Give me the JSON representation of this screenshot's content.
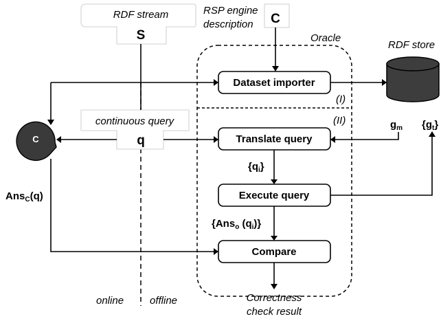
{
  "labels": {
    "rdf_stream": "RDF stream",
    "stream_symbol": "S",
    "rsp_engine_line1": "RSP engine",
    "rsp_engine_line2": "description",
    "engine_symbol": "C",
    "oracle": "Oracle",
    "rdf_store": "RDF store",
    "phase_one": "(I)",
    "phase_two": "(II)",
    "continuous_query": "continuous query",
    "query_symbol": "q",
    "engine_node": "C",
    "answers_label": "Ans",
    "answers_sub": "C",
    "answers_arg": "(q)",
    "g_m": "g",
    "g_m_sub": "m",
    "g_t": "{g",
    "g_t_sub": "t",
    "g_t_close": "}",
    "online": "online",
    "offline": "offline",
    "result_line1": "Correctness",
    "result_line2": "check result"
  },
  "steps": {
    "dataset_importer": "Dataset importer",
    "translate_query": "Translate query",
    "execute_query": "Execute query",
    "compare": "Compare"
  },
  "edge_labels": {
    "qi_open": "{q",
    "qi_sub": "i",
    "qi_close": "}",
    "anso_open": "{Ans",
    "anso_sub": "o",
    "anso_mid": " (q",
    "anso_sub2": "i",
    "anso_close": ")}"
  },
  "colors": {
    "engine_fill": "#3a3a3a",
    "store_fill": "#3d3d3d",
    "line": "#000000",
    "panel_border": "#d9d9d9"
  }
}
